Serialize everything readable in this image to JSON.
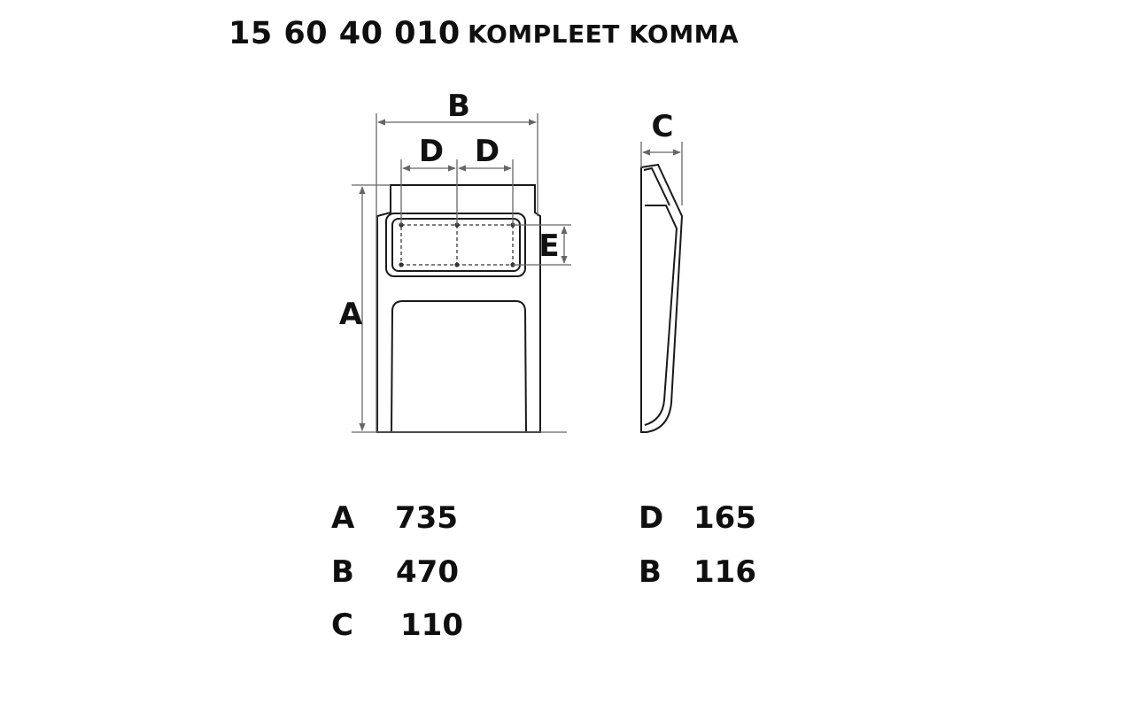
{
  "header": {
    "product_code": "15 60 40 010",
    "product_name": "KOMPLEET KOMMA"
  },
  "drawing": {
    "labels": {
      "A": "A",
      "B": "B",
      "C": "C",
      "D1": "D",
      "D2": "D",
      "E": "E"
    }
  },
  "specs": [
    {
      "key": "A",
      "value": "735"
    },
    {
      "key": "B",
      "value": "470"
    },
    {
      "key": "C",
      "value": "110"
    },
    {
      "key": "D",
      "value": "165"
    },
    {
      "key": "B",
      "value": "116"
    }
  ],
  "colors": {
    "line": "#1a1a1a",
    "dim_line": "#777777",
    "background": "#ffffff"
  }
}
